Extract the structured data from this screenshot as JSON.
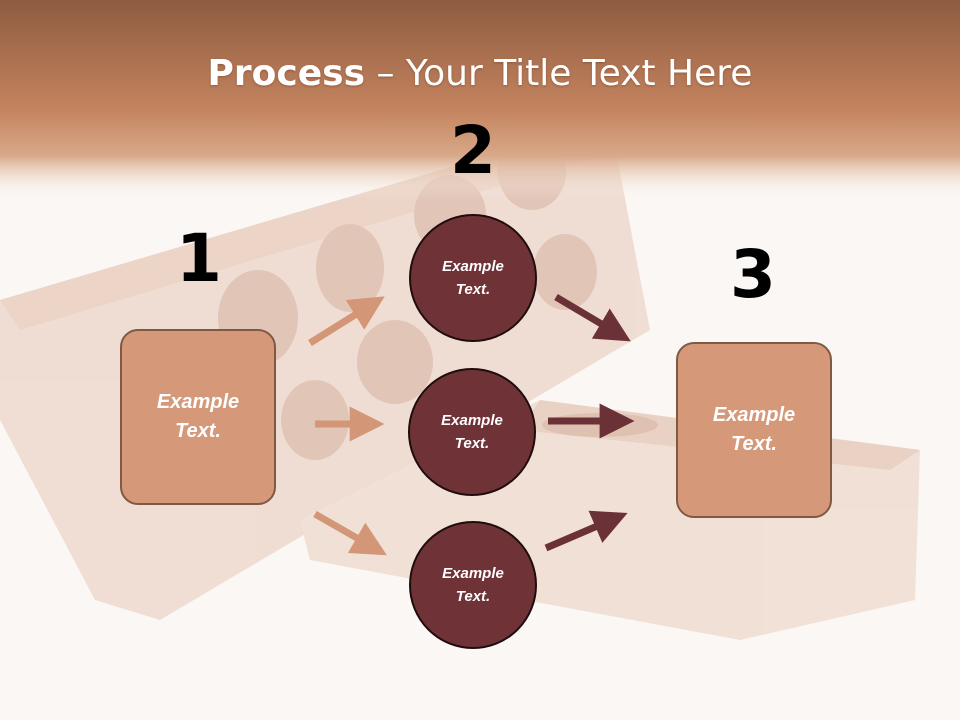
{
  "title": {
    "bold": "Process",
    "rest": " – Your Title Text Here"
  },
  "steps": {
    "one": "1",
    "two": "2",
    "three": "3"
  },
  "left_box": {
    "text": "Example Text."
  },
  "right_box": {
    "text": "Example Text."
  },
  "circles": [
    {
      "text": "Example Text."
    },
    {
      "text": "Example Text."
    },
    {
      "text": "Example Text."
    }
  ],
  "colors": {
    "header_band": "#c88a6c",
    "box_fill": "#d5997a",
    "circle_fill": "#6f3236",
    "arrow_light": "#d39677",
    "arrow_dark": "#6a3136"
  }
}
